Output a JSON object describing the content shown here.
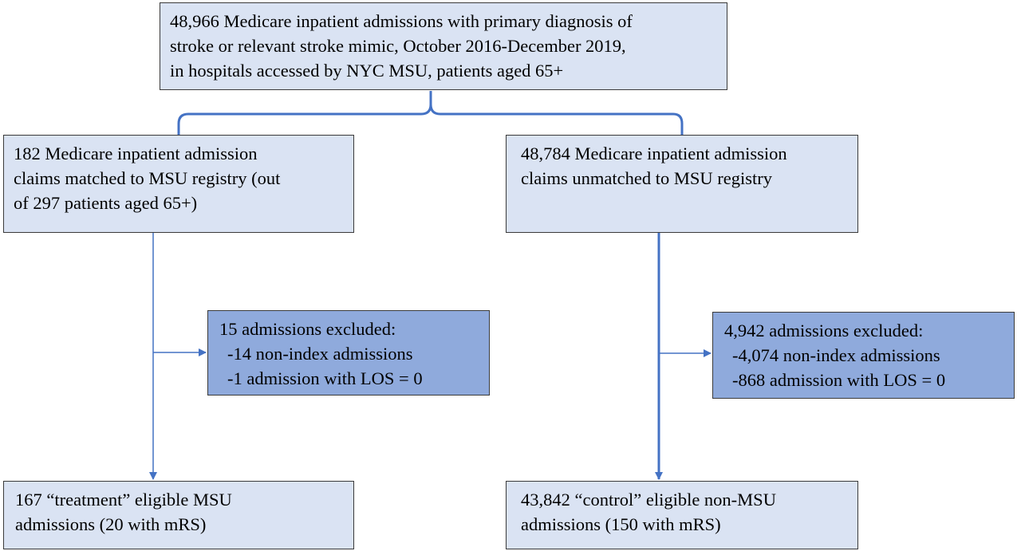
{
  "diagram": {
    "top_box": {
      "lines": [
        "48,966 Medicare inpatient admissions with primary diagnosis of",
        "stroke or relevant stroke mimic, October 2016-December 2019,",
        "in hospitals accessed by NYC MSU, patients aged 65+"
      ]
    },
    "left_mid_box": {
      "lines": [
        "182 Medicare inpatient admission",
        "claims matched to MSU registry (out",
        "of 297 patients aged 65+)"
      ]
    },
    "right_mid_box": {
      "lines": [
        "48,784 Medicare inpatient admission",
        "claims unmatched to MSU registry"
      ]
    },
    "left_exclusion_box": {
      "lines": [
        "15 admissions excluded:",
        "-14 non-index admissions",
        "-1 admission with LOS = 0"
      ]
    },
    "right_exclusion_box": {
      "lines": [
        "4,942 admissions excluded:",
        "-4,074 non-index admissions",
        "-868 admission with LOS = 0"
      ]
    },
    "left_bottom_box": {
      "lines": [
        "167 “treatment” eligible MSU",
        "admissions (20 with mRS)"
      ]
    },
    "right_bottom_box": {
      "lines": [
        "43,842 “control” eligible non-MSU",
        "admissions (150 with mRS)"
      ]
    },
    "colors": {
      "light_box": "#dae3f3",
      "dark_box": "#8faadc",
      "connector": "#4472c4",
      "border": "#3a3a3a"
    }
  }
}
